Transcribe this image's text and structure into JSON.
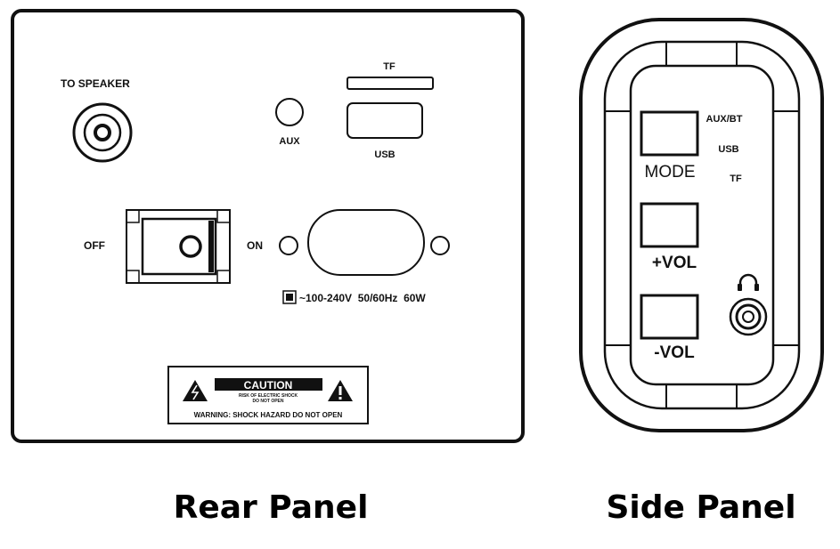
{
  "rear_panel": {
    "caption": "Rear Panel",
    "to_speaker": "TO SPEAKER",
    "aux": "AUX",
    "tf": "TF",
    "usb": "USB",
    "off": "OFF",
    "on": "ON",
    "power_rating": "~100-240V  50/60Hz  60W",
    "caution_title": "CAUTION",
    "caution_sub1": "RISK OF ELECTRIC SHOCK",
    "caution_sub2": "DO NOT OPEN",
    "warning": "WARNING: SHOCK HAZARD DO NOT OPEN"
  },
  "side_panel": {
    "caption": "Side Panel",
    "mode": "MODE",
    "mode_options": [
      "AUX/BT",
      "USB",
      "TF"
    ],
    "vol_up": "+VOL",
    "vol_down": "-VOL"
  },
  "icons": [
    "speaker-jack-icon",
    "headphone-icon",
    "lightning-warning-icon",
    "exclamation-warning-icon",
    "power-inlet-icon"
  ]
}
